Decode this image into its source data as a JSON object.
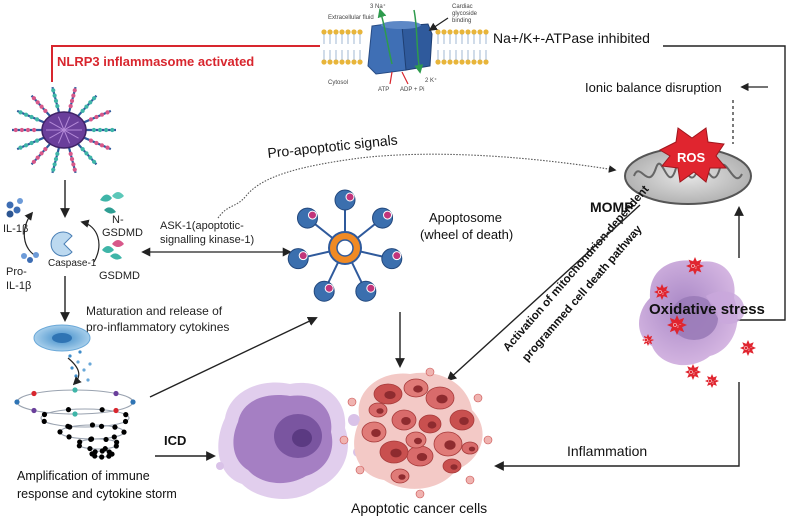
{
  "membrane": {
    "extracellular_fluid": "Extracellular fluid",
    "cytosol": "Cytosol",
    "na_in": "3 Na⁺",
    "k_out": "2 K⁺",
    "atp": "ATP",
    "adp": "ADP + Pi",
    "cardiac_binding_line1": "Cardiac",
    "cardiac_binding_line2": "glycoside",
    "cardiac_binding_line3": "binding"
  },
  "labels": {
    "atpase_inhibited": "Na+/K+-ATPase inhibited",
    "nlrp3": "NLRP3 inflammasome activated",
    "ionic_balance": "Ionic balance disruption",
    "pro_apoptotic": "Pro-apoptotic signals",
    "ros": "ROS",
    "momp": "MOMP",
    "il1b": "IL-1β",
    "pro_il1b_line1": "Pro-",
    "pro_il1b_line2": "IL-1β",
    "caspase1": "Caspase-1",
    "n_gsdmd_line1": "N-",
    "n_gsdmd_line2": "GSDMD",
    "gsdmd": "GSDMD",
    "ask1_line1": "ASK-1(apoptotic-",
    "ask1_line2": "signalling kinase-1)",
    "apoptosome_line1": "Apoptosome",
    "apoptosome_line2": "(wheel of death)",
    "mito_line1": "Activation of mitochondrion-dependent",
    "mito_line2": "programmed cell death pathway",
    "oxidative_stress": "Oxidative stress",
    "o2": "O₂⁻",
    "maturation_line1": "Maturation and release of",
    "maturation_line2": "pro-inflammatory cytokines",
    "icd": "ICD",
    "amplification_line1": "Amplification of immune",
    "amplification_line2": "response and cytokine storm",
    "inflammation": "Inflammation",
    "apoptotic_cells": "Apoptotic cancer cells"
  },
  "colors": {
    "nlrp3_red": "#d8262e",
    "ros_red": "#e0252f",
    "pump_blue": "#3f6fb5",
    "apoptosome_blue": "#3b6fae",
    "apoptotic_pink": "#d96b6b",
    "icd_purple": "#a57fc3",
    "macrophage_purple": "#c8a3d6"
  }
}
